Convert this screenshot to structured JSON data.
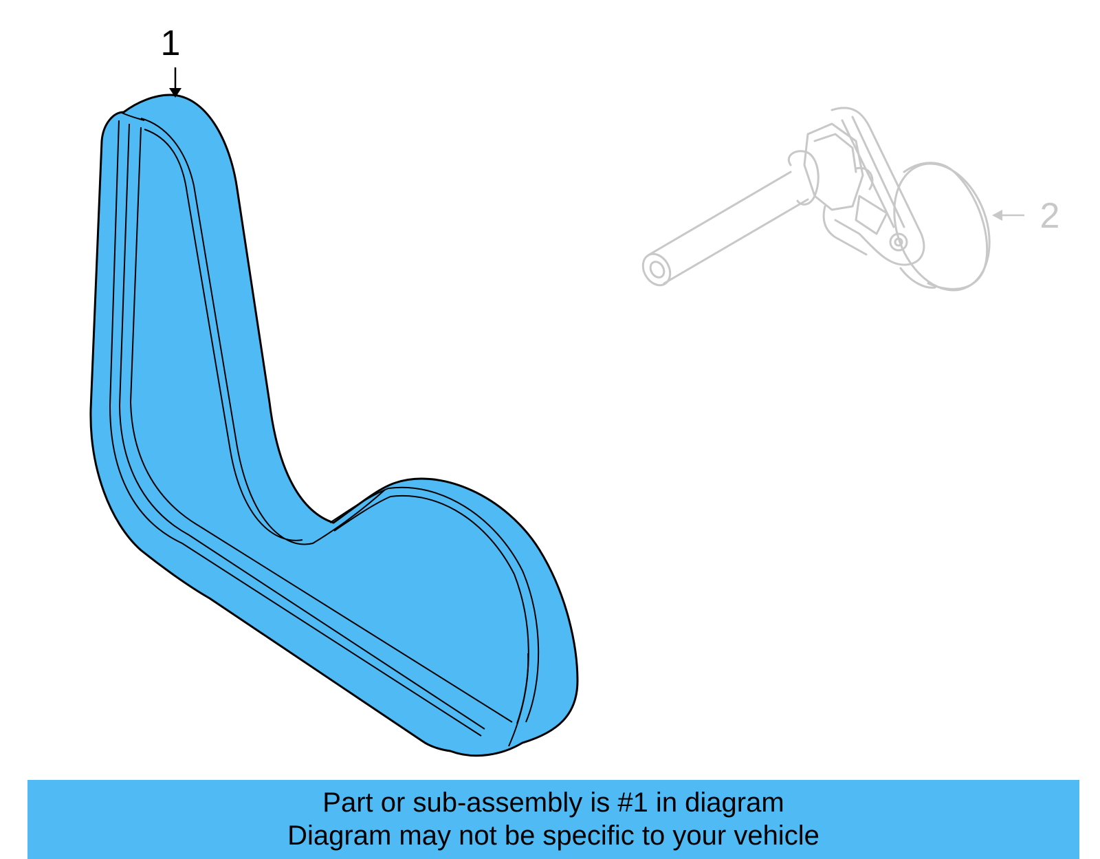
{
  "diagram": {
    "callouts": [
      {
        "id": "1",
        "label": "1",
        "part": "belt",
        "highlighted": true
      },
      {
        "id": "2",
        "label": "2",
        "part": "tensioner",
        "highlighted": false
      }
    ],
    "colors": {
      "highlight": "#4fbaf4",
      "outline": "#000000",
      "ghost": "#c8c8c8",
      "background": "#ffffff"
    }
  },
  "banner": {
    "line1": "Part or sub-assembly is #1 in diagram",
    "line2": "Diagram may not be specific to your vehicle"
  }
}
